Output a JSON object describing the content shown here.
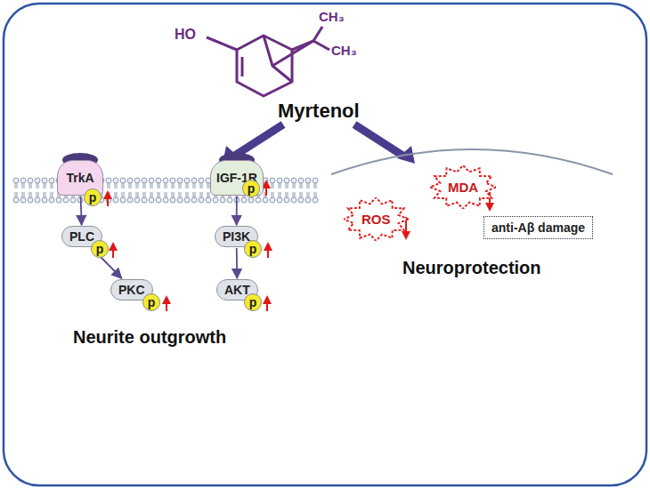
{
  "diagram": {
    "nodes": [
      {
        "text": [
          "TrkA"
        ]
      },
      {
        "text": [
          "p"
        ]
      },
      {
        "text": [
          "IGF-1R"
        ]
      },
      {
        "text": [
          "p"
        ]
      },
      {
        "text": [
          "PLC"
        ]
      },
      {
        "text": [
          "p"
        ]
      },
      {
        "text": [
          "PI3K"
        ]
      },
      {
        "text": [
          "p"
        ]
      },
      {
        "text": [
          "PKC"
        ]
      },
      {
        "text": [
          "p"
        ]
      },
      {
        "text": [
          "AKT"
        ]
      },
      {
        "text": [
          "p"
        ]
      },
      {
        "text": [
          "MDA"
        ]
      },
      {
        "text": [
          "ROS"
        ]
      },
      {
        "text": [
          "anti-Aβ damage"
        ]
      }
    ],
    "edges": [
      {
        "from": 0,
        "to": 4,
        "arrow": "to"
      },
      {
        "from": 4,
        "to": 8,
        "arrow": "to"
      },
      {
        "from": 2,
        "to": 6,
        "arrow": "to"
      },
      {
        "from": 6,
        "to": 10,
        "arrow": "to"
      }
    ],
    "labels": [
      "HO",
      "CH₃",
      "CH₃",
      "Myrtenol",
      "Neurite outgrowth",
      "Neuroprotection"
    ]
  }
}
